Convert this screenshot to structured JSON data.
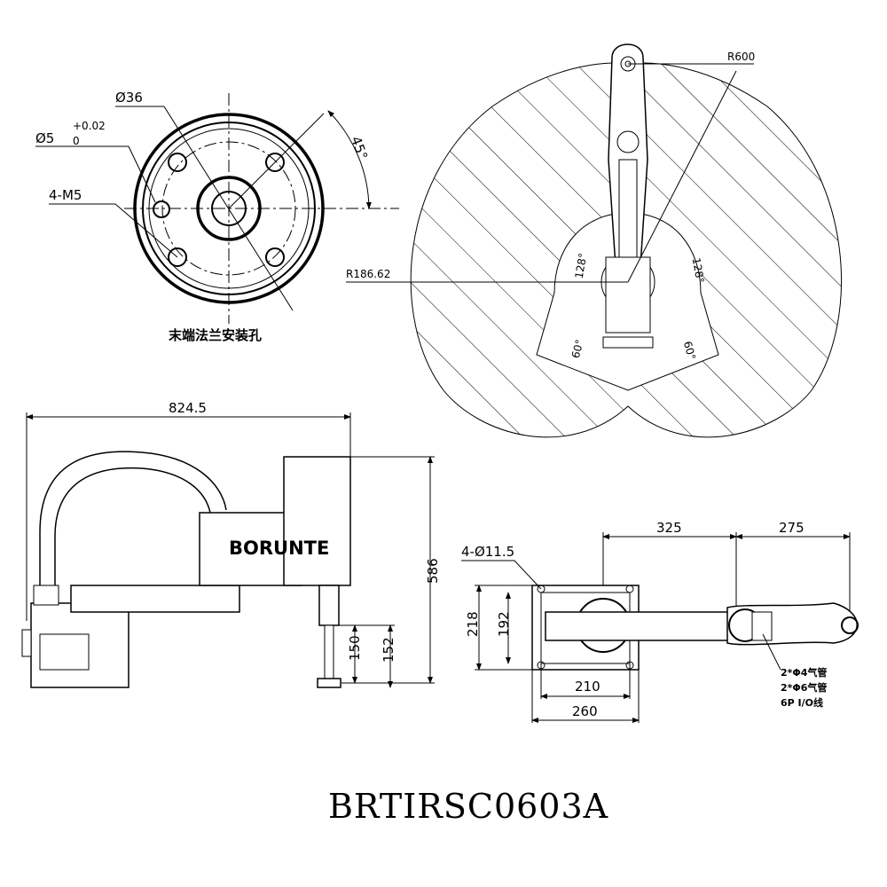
{
  "flange": {
    "caption": "末端法兰安装孔",
    "dia_outer": "Ø36",
    "dia_pin": "Ø5",
    "dia_pin_tol_upper": "+0.02",
    "dia_pin_tol_lower": "0",
    "thread": "4-M5",
    "angle": "45°"
  },
  "workspace": {
    "radius_outer": "R600",
    "radius_inner": "R186.62",
    "angle_left": "128°",
    "angle_right": "128°",
    "angle_base_left": "60°",
    "angle_base_right": "60°"
  },
  "side_view": {
    "brand": "BORUNTE",
    "length": "824.5",
    "height": "586",
    "stroke": "150",
    "stroke_alt": "152"
  },
  "top_view": {
    "holes": "4-Ø11.5",
    "arm1": "325",
    "arm2": "275",
    "base_h_outer": "218",
    "base_h_inner": "192",
    "base_w_inner": "210",
    "base_w_outer": "260",
    "tube1": "2*Φ4气管",
    "tube2": "2*Φ6气管",
    "io": "6P I/O线"
  },
  "model": "BRTIRSC0603A"
}
